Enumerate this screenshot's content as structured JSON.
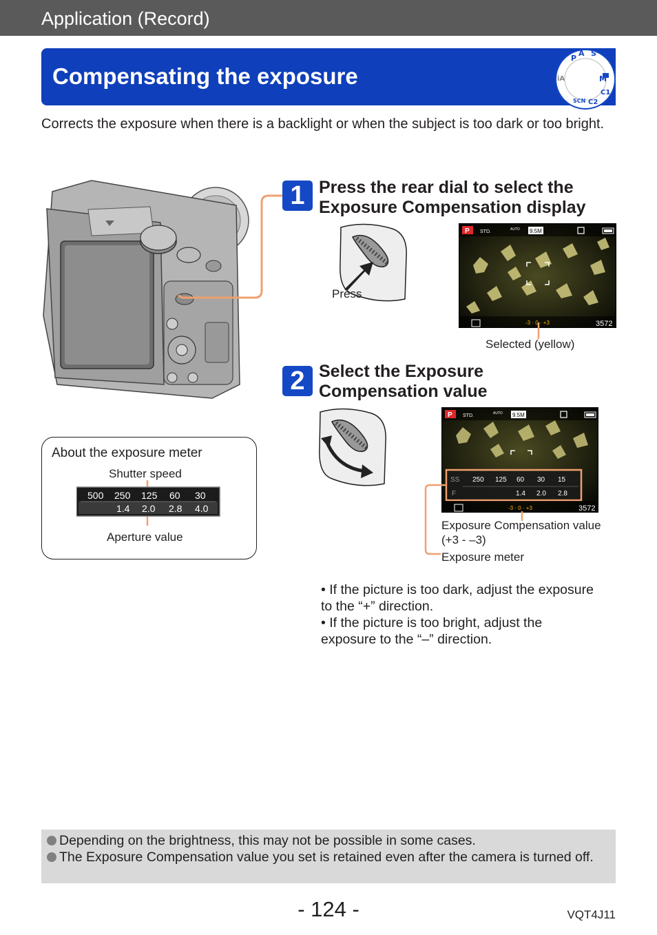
{
  "header": {
    "section": "Application (Record)"
  },
  "title": "Compensating the exposure",
  "mode_dial": {
    "letters": [
      "P",
      "A",
      "S",
      "M",
      "C1",
      "C2",
      "SCN",
      "iA"
    ]
  },
  "intro": "Corrects the exposure when there is a backlight or when the subject is too dark or too bright.",
  "step1": {
    "number": "1",
    "title_line1": "Press the rear dial to select the",
    "title_line2": "Exposure Compensation display",
    "press_label": "Press",
    "selected_label": "Selected (yellow)"
  },
  "step2": {
    "number": "2",
    "title_line1": "Select the Exposure",
    "title_line2": "Compensation value",
    "comp_label_line1": "Exposure Compensation value",
    "comp_label_line2": "(+3 - –3)",
    "meter_label": "Exposure meter"
  },
  "lcd": {
    "mode": "P",
    "quality": "STD.",
    "aspect": "AUTO",
    "size": "9.5M",
    "count": "3572",
    "comp_scale": "-3 · 0 · +3",
    "meter_ss": "SS",
    "meter_f": "F",
    "ss_values": [
      "250",
      "125",
      "60",
      "30",
      "15"
    ],
    "f_values": [
      "1.4",
      "2.0",
      "2.8"
    ]
  },
  "meter_box": {
    "title": "About the exposure meter",
    "shutter_label": "Shutter speed",
    "aperture_label": "Aperture value",
    "ss_values": [
      "500",
      "250",
      "125",
      "60",
      "30"
    ],
    "f_values": [
      "1.4",
      "2.0",
      "2.8",
      "4.0"
    ]
  },
  "bullets": [
    {
      "line1": "• If the picture is too dark, adjust the exposure",
      "line2": "to the “+” direction."
    },
    {
      "line1": "• If the picture is too bright, adjust the",
      "line2": "exposure to the “–” direction."
    }
  ],
  "notes": [
    "Depending on the brightness, this may not be possible in some cases.",
    "The Exposure Compensation value you set is retained even after the camera is turned off."
  ],
  "footer": {
    "page_number": "- 124 -",
    "doc_code": "VQT4J11"
  },
  "colors": {
    "title_blue": "#0f3fba",
    "step_blue": "#1548c4",
    "accent_orange": "#f0a070",
    "header_gray": "#5a5a5a",
    "note_gray": "#d9d9d9"
  }
}
